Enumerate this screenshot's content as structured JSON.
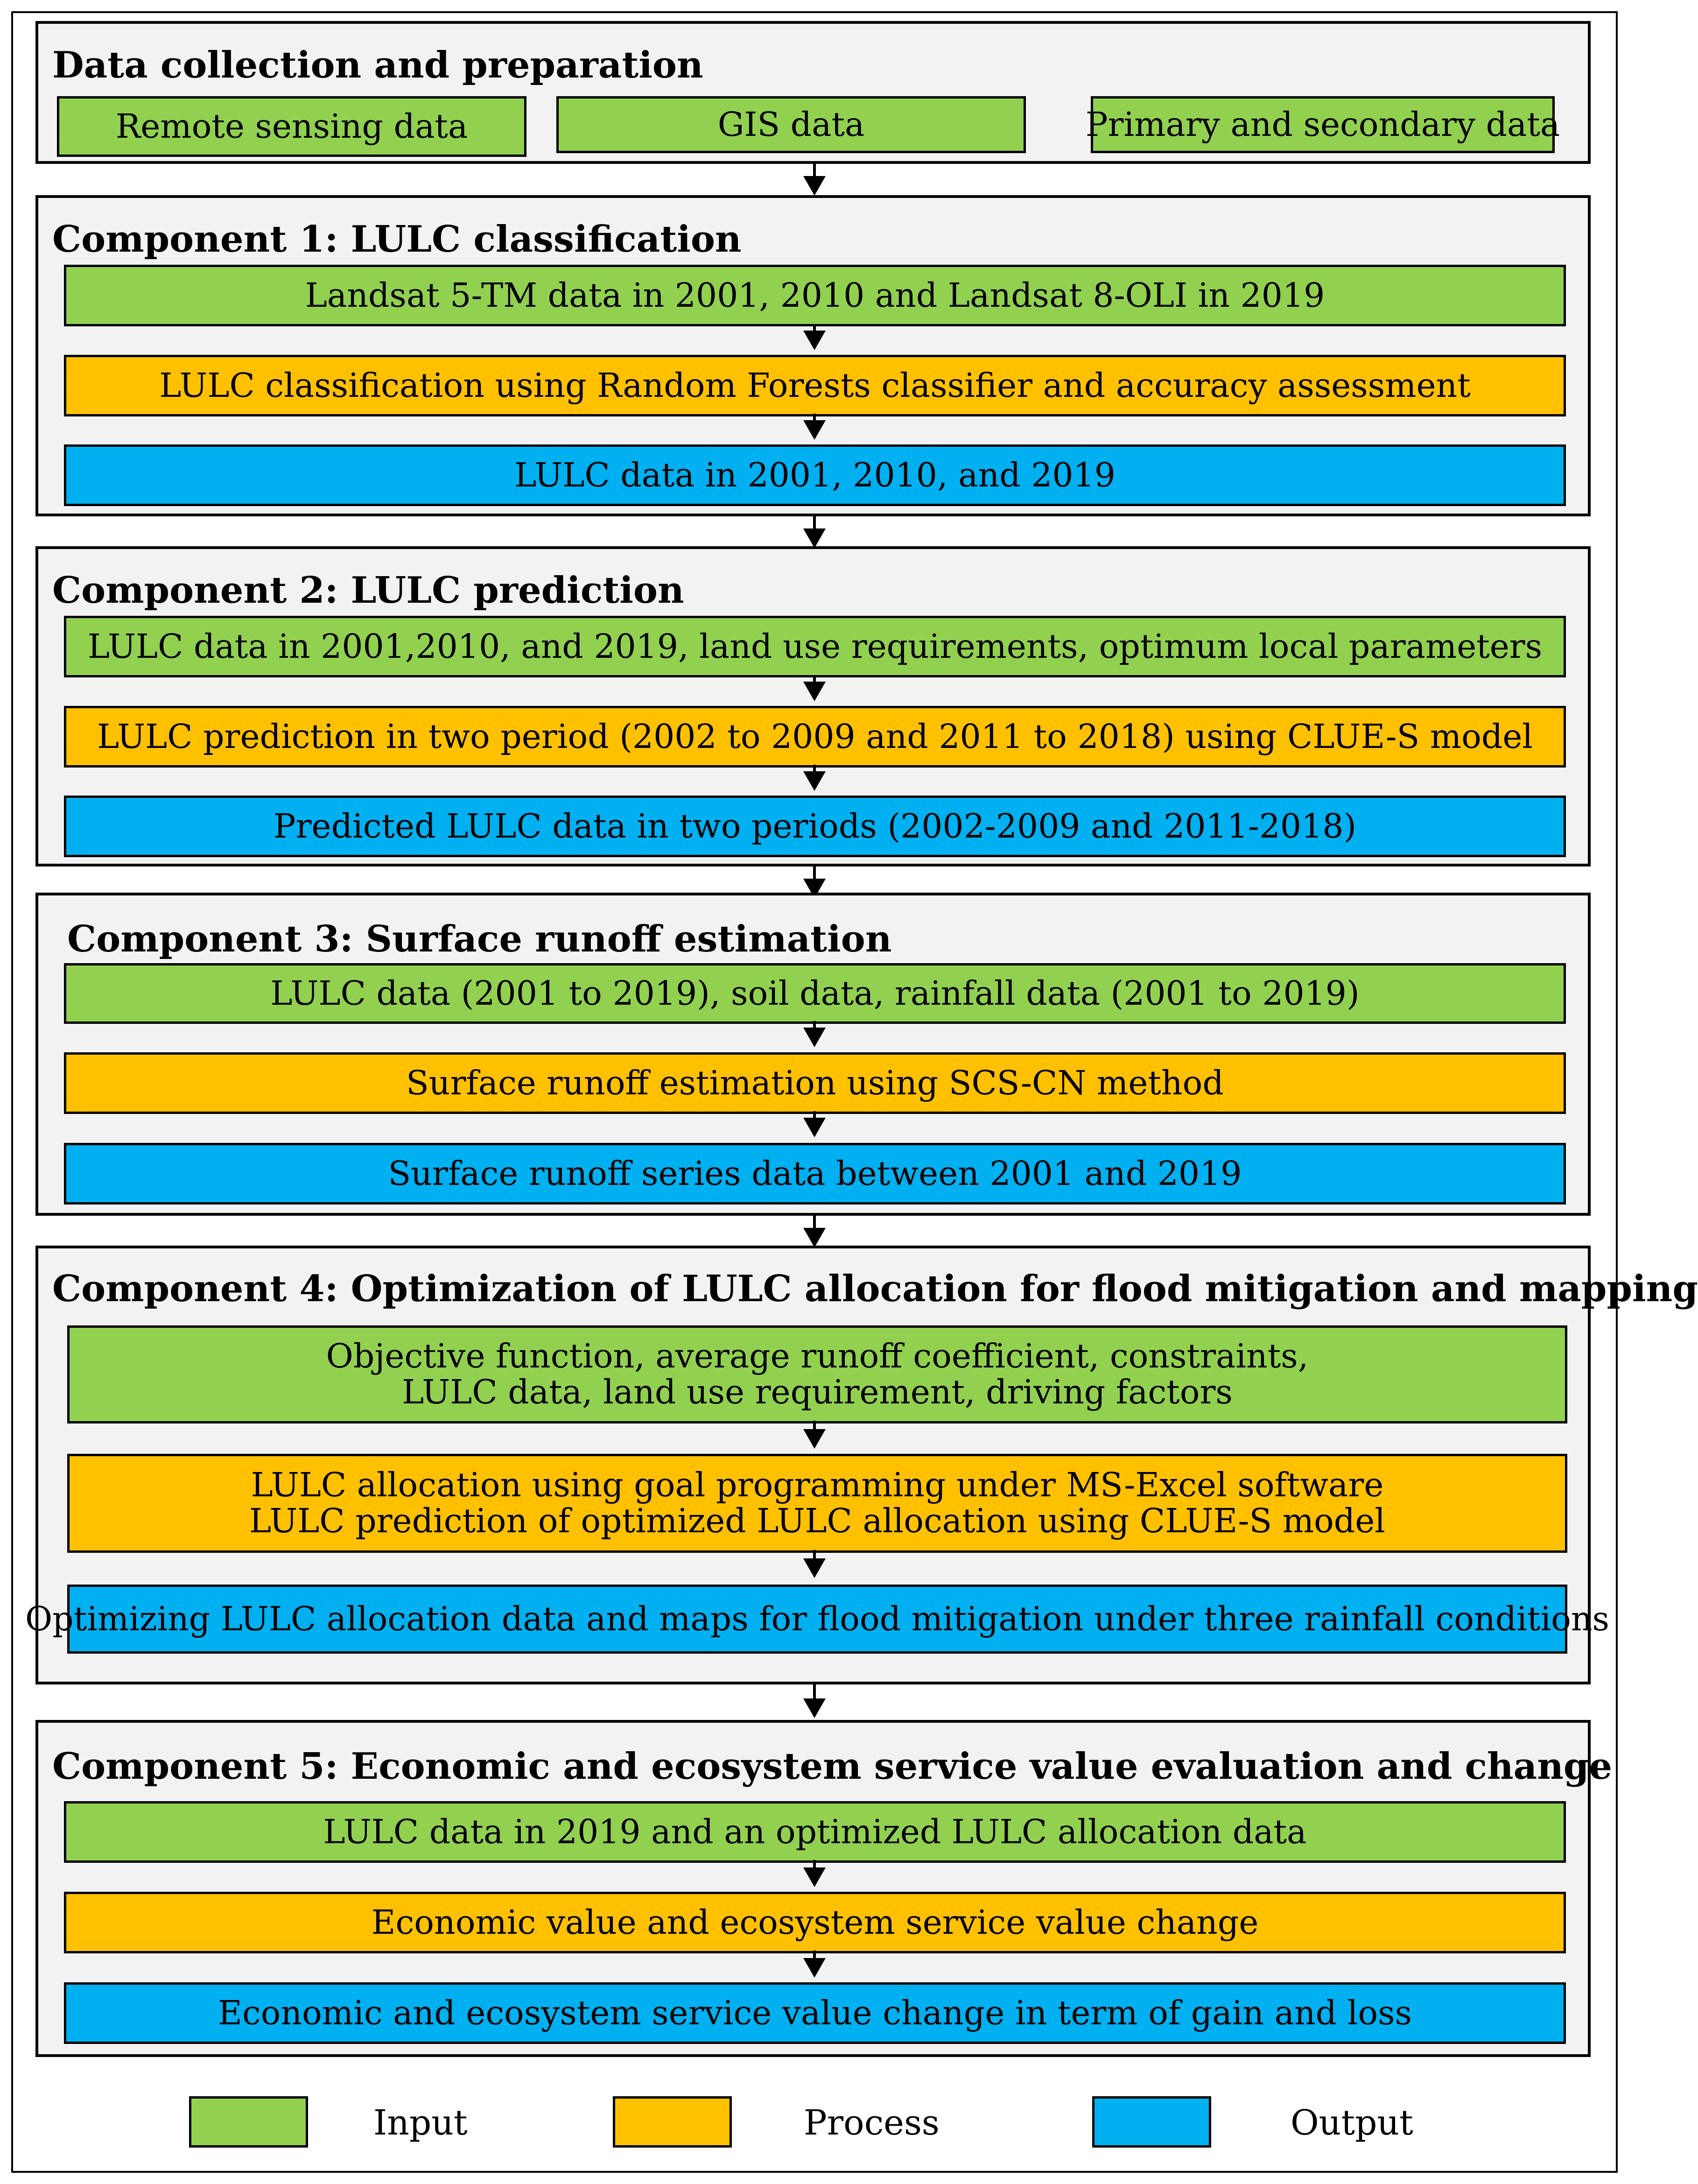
{
  "data_collection": {
    "title": "Data collection and preparation",
    "items": [
      "Remote sensing data",
      "GIS data",
      "Primary and secondary data"
    ]
  },
  "components": [
    {
      "title": "Component 1: LULC classification",
      "input": [
        "Landsat 5-TM data in 2001, 2010 and Landsat 8-OLI in 2019"
      ],
      "process": [
        "LULC classification using Random Forests classifier and accuracy assessment"
      ],
      "output": [
        "LULC data in 2001, 2010, and 2019"
      ]
    },
    {
      "title": "Component 2: LULC prediction",
      "input": [
        "LULC data in 2001,2010, and 2019, land use requirements, optimum local parameters"
      ],
      "process": [
        "LULC prediction in two period (2002 to 2009 and 2011 to 2018) using CLUE-S model"
      ],
      "output": [
        "Predicted LULC data in two periods (2002-2009 and 2011-2018)"
      ]
    },
    {
      "title": "Component 3: Surface runoff estimation",
      "input": [
        "LULC data (2001 to 2019), soil data, rainfall data (2001 to 2019)"
      ],
      "process": [
        "Surface runoff estimation using SCS-CN method"
      ],
      "output": [
        "Surface runoff series data between 2001 and 2019"
      ]
    },
    {
      "title": "Component 4: Optimization of LULC allocation for flood mitigation and mapping",
      "input": [
        "Objective function, average runoff coefficient, constraints,",
        "LULC data, land use requirement, driving factors"
      ],
      "process": [
        "LULC allocation using goal programming under MS-Excel software",
        "LULC prediction of optimized LULC allocation using CLUE-S model"
      ],
      "output": [
        "Optimizing LULC allocation data and maps for flood mitigation under three rainfall conditions"
      ]
    },
    {
      "title": "Component 5: Economic and ecosystem service value evaluation and change",
      "input": [
        "LULC data in 2019 and an optimized LULC allocation data"
      ],
      "process": [
        "Economic value and ecosystem service value change"
      ],
      "output": [
        "Economic and ecosystem service value change in term of gain and loss"
      ]
    }
  ],
  "legend": {
    "input": "Input",
    "process": "Process",
    "output": "Output"
  },
  "colors": {
    "input": "#92d050",
    "process": "#ffc000",
    "output": "#00b0f0",
    "panel": "#f2f2f2"
  }
}
